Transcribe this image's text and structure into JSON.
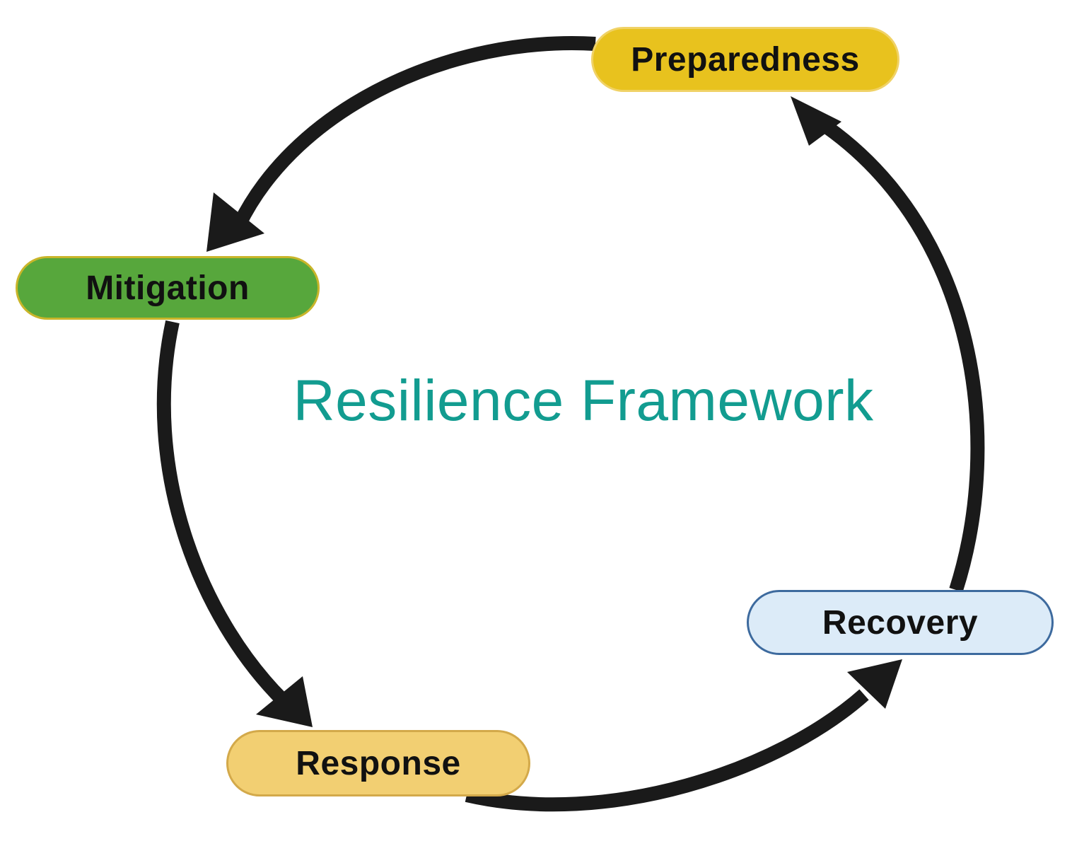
{
  "title": "Resilience Framework",
  "phases": {
    "preparedness": "Preparedness",
    "mitigation": "Mitigation",
    "response": "Response",
    "recovery": "Recovery"
  },
  "colors": {
    "title": "#129c90",
    "arrow": "#1a1a1a",
    "preparedness_fill": "#e8c21e",
    "mitigation_fill": "#57a73c",
    "response_fill": "#f2cf72",
    "recovery_fill": "#dcebf8",
    "recovery_border": "#3d6a9e"
  },
  "cycle_order": [
    "Preparedness",
    "Mitigation",
    "Response",
    "Recovery"
  ]
}
